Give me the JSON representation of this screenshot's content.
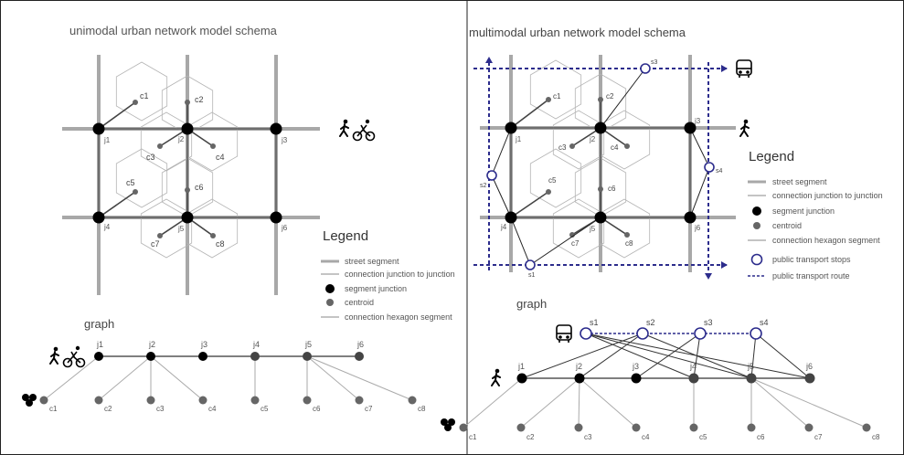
{
  "colors": {
    "street": "#a8a8a8",
    "hexagon": "#b4b4b4",
    "junction": "#000000",
    "centroid": "#666666",
    "transit": "#2c2c8c",
    "frame": "#222222"
  },
  "left": {
    "title": "unimodal urban network model schema",
    "junctions": [
      "j1",
      "j2",
      "j3",
      "j4",
      "j5",
      "j6"
    ],
    "centroids": [
      "c1",
      "c2",
      "c3",
      "c4",
      "c5",
      "c6",
      "c7",
      "c8"
    ],
    "mode_icons": [
      "walking-person-icon",
      "cyclist-icon"
    ],
    "legend": {
      "heading": "Legend",
      "items": [
        {
          "symbol": "street-segment",
          "label": "street segment"
        },
        {
          "symbol": "connection-line",
          "label": "connection  junction to junction"
        },
        {
          "symbol": "junction-dot",
          "label": "segment junction"
        },
        {
          "symbol": "centroid-dot",
          "label": "centroid"
        },
        {
          "symbol": "connection-line",
          "label": "connection hexagon segment"
        }
      ]
    },
    "graph": {
      "title": "graph",
      "junctions": [
        "j1",
        "j2",
        "j3",
        "j4",
        "j5",
        "j6"
      ],
      "centroids": [
        "c1",
        "c2",
        "c3",
        "c4",
        "c5",
        "c6",
        "c7",
        "c8"
      ],
      "icons": [
        "walking-person-icon",
        "cyclist-icon",
        "hexagon-cluster-icon"
      ]
    }
  },
  "right": {
    "title": "multimodal urban network model schema",
    "junctions": [
      "j1",
      "j2",
      "j3",
      "j4",
      "j5",
      "j6"
    ],
    "centroids": [
      "c1",
      "c2",
      "c3",
      "c4",
      "c5",
      "c6",
      "c7",
      "c8"
    ],
    "stops": [
      "s1",
      "s2",
      "s3",
      "s4"
    ],
    "mode_icons": [
      "bus-icon",
      "walking-person-icon"
    ],
    "legend": {
      "heading": "Legend",
      "items": [
        {
          "symbol": "street-segment",
          "label": "street segment"
        },
        {
          "symbol": "connection-line",
          "label": "connection  junction to junction"
        },
        {
          "symbol": "junction-dot",
          "label": "segment junction"
        },
        {
          "symbol": "centroid-dot",
          "label": "centroid"
        },
        {
          "symbol": "connection-line",
          "label": "connection hexagon segment"
        },
        {
          "symbol": "stop-circle",
          "label": "public transport stops"
        },
        {
          "symbol": "transit-route",
          "label": "public transport route"
        }
      ]
    },
    "graph": {
      "title": "graph",
      "stops": [
        "s1",
        "s2",
        "s3",
        "s4"
      ],
      "junctions": [
        "j1",
        "j2",
        "j3",
        "j4",
        "j5",
        "j6"
      ],
      "centroids": [
        "c1",
        "c2",
        "c3",
        "c4",
        "c5",
        "c6",
        "c7",
        "c8"
      ],
      "icons": [
        "bus-icon",
        "walking-person-icon",
        "hexagon-cluster-icon"
      ]
    }
  }
}
